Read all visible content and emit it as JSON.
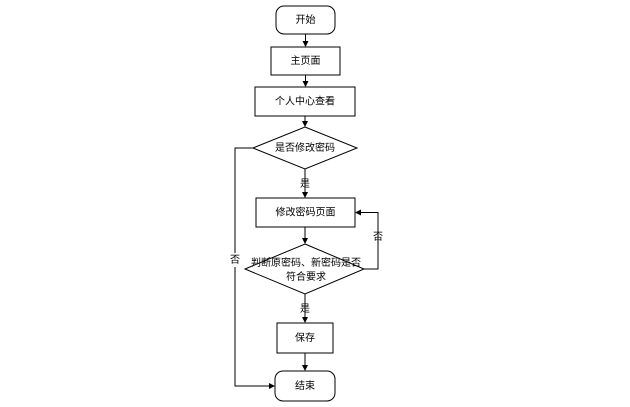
{
  "flowchart": {
    "nodes": {
      "start": "开始",
      "main_page": "主页面",
      "personal_center": "个人中心查看",
      "decision_modify": "是否修改密码",
      "modify_page": "修改密码页面",
      "decision_check_line1": "判断原密码、新密码是否",
      "decision_check_line2": "符合要求",
      "save": "保存",
      "end": "结束"
    },
    "edge_labels": {
      "modify_yes": "是",
      "modify_no": "否",
      "check_yes": "是",
      "check_no": "否"
    }
  }
}
